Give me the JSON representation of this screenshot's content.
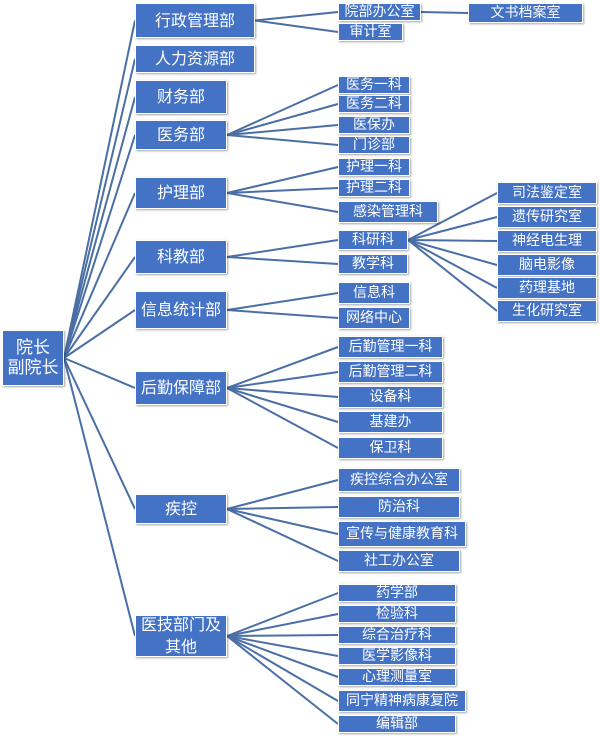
{
  "colors": {
    "node_fill": "#4472c4",
    "node_text": "#ffffff",
    "connector": "#4a6fa5",
    "background": "#ffffff"
  },
  "root": {
    "line1": "院长",
    "line2": "副院长"
  },
  "departments": [
    {
      "id": "d0",
      "label": "行政管理部",
      "children": [
        {
          "id": "d0c0",
          "label": "院部办公室",
          "children": [
            {
              "id": "d0c0g0",
              "label": "文书档案室"
            }
          ]
        },
        {
          "id": "d0c1",
          "label": "审计室"
        }
      ]
    },
    {
      "id": "d1",
      "label": "人力资源部",
      "children": []
    },
    {
      "id": "d2",
      "label": "财务部",
      "children": []
    },
    {
      "id": "d3",
      "label": "医务部",
      "children": [
        {
          "id": "d3c0",
          "label": "医务一科"
        },
        {
          "id": "d3c1",
          "label": "医务二科"
        },
        {
          "id": "d3c2",
          "label": "医保办"
        },
        {
          "id": "d3c3",
          "label": "门诊部"
        }
      ]
    },
    {
      "id": "d4",
      "label": "护理部",
      "children": [
        {
          "id": "d4c0",
          "label": "护理一科"
        },
        {
          "id": "d4c1",
          "label": "护理二科"
        },
        {
          "id": "d4c2",
          "label": "感染管理科"
        }
      ]
    },
    {
      "id": "d5",
      "label": "科教部",
      "children": [
        {
          "id": "d5c0",
          "label": "科研科",
          "children": [
            {
              "id": "d5c0g0",
              "label": "司法鉴定室"
            },
            {
              "id": "d5c0g1",
              "label": "遗传研究室"
            },
            {
              "id": "d5c0g2",
              "label": "神经电生理"
            },
            {
              "id": "d5c0g3",
              "label": "脑电影像"
            },
            {
              "id": "d5c0g4",
              "label": "药理基地"
            },
            {
              "id": "d5c0g5",
              "label": "生化研究室"
            }
          ]
        },
        {
          "id": "d5c1",
          "label": "教学科"
        }
      ]
    },
    {
      "id": "d6",
      "label": "信息统计部",
      "children": [
        {
          "id": "d6c0",
          "label": "信息科"
        },
        {
          "id": "d6c1",
          "label": "网络中心"
        }
      ]
    },
    {
      "id": "d7",
      "label": "后勤保障部",
      "children": [
        {
          "id": "d7c0",
          "label": "后勤管理一科"
        },
        {
          "id": "d7c1",
          "label": "后勤管理二科"
        },
        {
          "id": "d7c2",
          "label": "设备科"
        },
        {
          "id": "d7c3",
          "label": "基建办"
        },
        {
          "id": "d7c4",
          "label": "保卫科"
        }
      ]
    },
    {
      "id": "d8",
      "label": "疾控",
      "children": [
        {
          "id": "d8c0",
          "label": "疾控综合办公室"
        },
        {
          "id": "d8c1",
          "label": "防治科"
        },
        {
          "id": "d8c2",
          "label": "宣传与健康教育科"
        },
        {
          "id": "d8c3",
          "label": "社工办公室"
        }
      ]
    },
    {
      "id": "d9",
      "label": "医技部门及其他",
      "children": [
        {
          "id": "d9c0",
          "label": "药学部"
        },
        {
          "id": "d9c1",
          "label": "检验科"
        },
        {
          "id": "d9c2",
          "label": "综合治疗科"
        },
        {
          "id": "d9c3",
          "label": "医学影像科"
        },
        {
          "id": "d9c4",
          "label": "心理测量室"
        },
        {
          "id": "d9c5",
          "label": "同宁精神病康复院"
        },
        {
          "id": "d9c6",
          "label": "编辑部"
        }
      ]
    }
  ]
}
